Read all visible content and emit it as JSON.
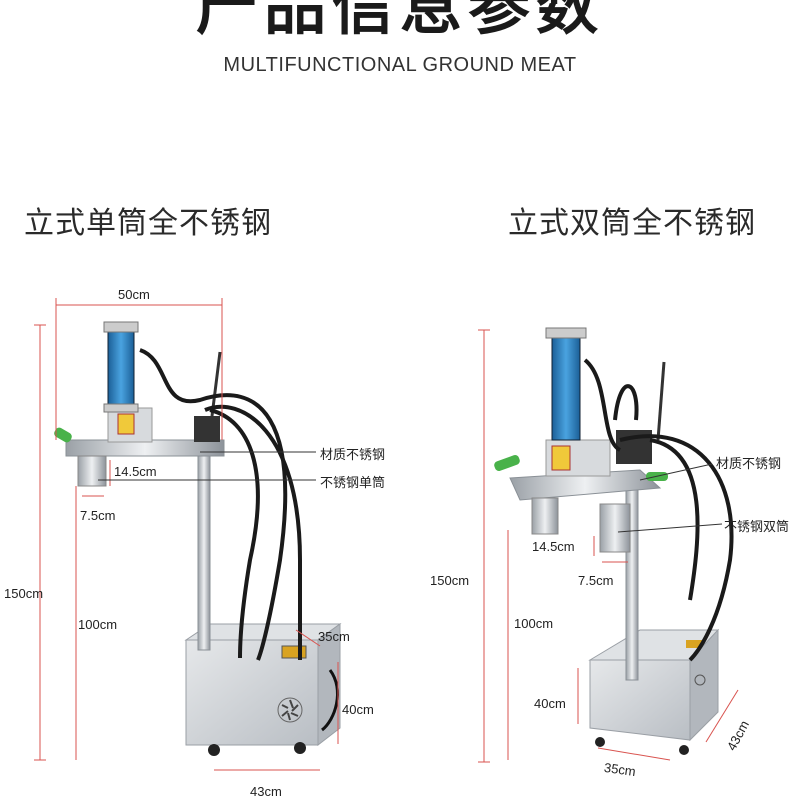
{
  "header": {
    "title": "产品信息参数",
    "subtitle": "MULTIFUNCTIONAL GROUND MEAT"
  },
  "models": [
    {
      "title": "立式单筒全不锈钢",
      "dimensions": {
        "width": "50cm",
        "total_height": "150cm",
        "column_height": "100cm",
        "tube_diameter": "14.5cm",
        "tube_inner": "7.5cm",
        "base_depth": "35cm",
        "base_height": "40cm",
        "base_width": "43cm"
      },
      "annotations": [
        "材质不锈钢",
        "不锈钢单筒"
      ]
    },
    {
      "title": "立式双筒全不锈钢",
      "dimensions": {
        "total_height": "150cm",
        "column_height": "100cm",
        "tube_diameter": "14.5cm",
        "tube_inner": "7.5cm",
        "base_height": "40cm",
        "base_width": "35cm",
        "base_depth": "43cm"
      },
      "annotations": [
        "材质不锈钢",
        "不锈钢双筒"
      ]
    }
  ],
  "colors": {
    "dimension_line": "#d9534f",
    "steel": "#c8ccd1",
    "cylinder": "#2a7fc1",
    "hose": "#1a1a1a",
    "handle": "#49b24a"
  }
}
